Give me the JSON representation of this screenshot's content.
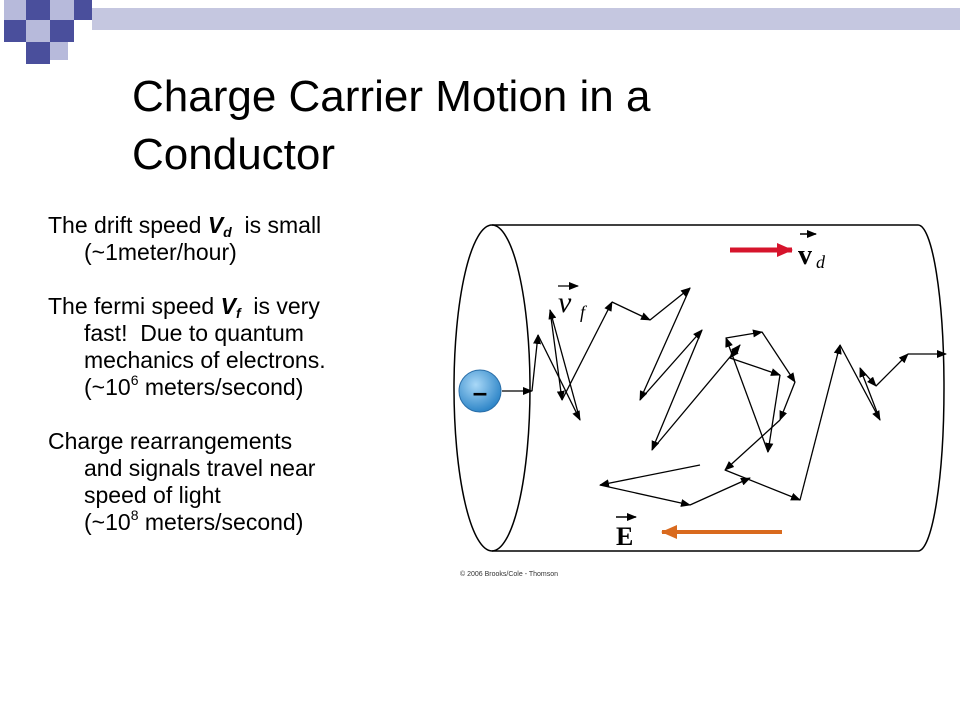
{
  "slide": {
    "title_line1": "Charge Carrier Motion in a",
    "title_line2": "Conductor"
  },
  "bullets": [
    {
      "pre": "The drift speed ",
      "symbol": "V",
      "subscript": "d",
      "post": "  is small",
      "line2": "(~1meter/hour)"
    },
    {
      "pre": "The fermi speed ",
      "symbol": "V",
      "subscript": "f",
      "post": "  is very",
      "line2": "fast!  Due to quantum",
      "line3": "mechanics of electrons.",
      "line4_pre": "(~10",
      "line4_sup": "6",
      "line4_post": " meters/second)"
    },
    {
      "line1": "Charge rearrangements",
      "line2": "and signals travel near",
      "line3": "speed of light",
      "line4_pre": "(~10",
      "line4_sup": "8",
      "line4_post": " meters/second)"
    }
  ],
  "figure": {
    "vd_symbol": "v",
    "vd_subscript": "d",
    "vf_symbol": "v",
    "vf_subscript": "f",
    "e_symbol": "E",
    "electron_sign": "–",
    "credit": "© 2006 Brooks/Cole - Thomson",
    "colors": {
      "drift_arrow": "#d6142c",
      "field_arrow": "#d96a1e",
      "electron": "#4aa3e0"
    }
  },
  "colors": {
    "square_dark": "#4a4f9c",
    "square_light": "#b7badb",
    "topbar": "#c5c7e0"
  }
}
